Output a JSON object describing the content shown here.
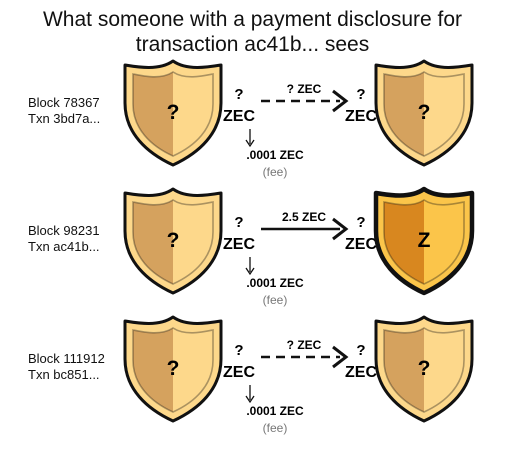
{
  "title": {
    "line1": "What someone with a payment disclosure for",
    "line2": "transaction ac41b... sees"
  },
  "colors": {
    "hidden_shield_light": "#fdd88b",
    "hidden_shield_dark": "#d5a25e",
    "revealed_shield_light": "#fbc54a",
    "revealed_shield_dark": "#d8871f",
    "outline": "#111111",
    "fee_gray": "#777777"
  },
  "rows": [
    {
      "block": "Block 78367",
      "txn": "Txn 3bd7a...",
      "from_symbol": "?",
      "from_amount_q": "?",
      "from_amount_unit": "ZEC",
      "arrow_label": "? ZEC",
      "arrow_style": "dashed",
      "to_amount_q": "?",
      "to_amount_unit": "ZEC",
      "to_symbol": "?",
      "to_revealed": false,
      "fee_amount": ".0001 ZEC",
      "fee_label": "(fee)"
    },
    {
      "block": "Block 98231",
      "txn": "Txn ac41b...",
      "from_symbol": "?",
      "from_amount_q": "?",
      "from_amount_unit": "ZEC",
      "arrow_label": "2.5 ZEC",
      "arrow_style": "solid",
      "to_amount_q": "?",
      "to_amount_unit": "ZEC",
      "to_symbol": "Z",
      "to_revealed": true,
      "fee_amount": ".0001 ZEC",
      "fee_label": "(fee)"
    },
    {
      "block": "Block 111912",
      "txn": "Txn bc851...",
      "from_symbol": "?",
      "from_amount_q": "?",
      "from_amount_unit": "ZEC",
      "arrow_label": "? ZEC",
      "arrow_style": "dashed",
      "to_amount_q": "?",
      "to_amount_unit": "ZEC",
      "to_symbol": "?",
      "to_revealed": false,
      "fee_amount": ".0001 ZEC",
      "fee_label": "(fee)"
    }
  ]
}
